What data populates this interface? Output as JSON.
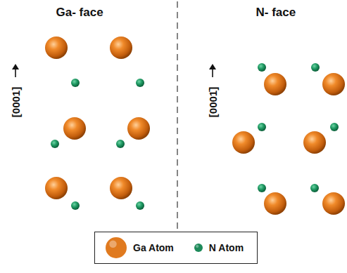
{
  "diagram": {
    "labels": [
      "Ga- face",
      "N- face",
      "[0001]",
      "[0001̄]"
    ],
    "legend": [
      {
        "text": "Ga Atom",
        "color": "#e07a1f"
      },
      {
        "text": "N Atom",
        "color": "#1e8a5a"
      }
    ]
  }
}
